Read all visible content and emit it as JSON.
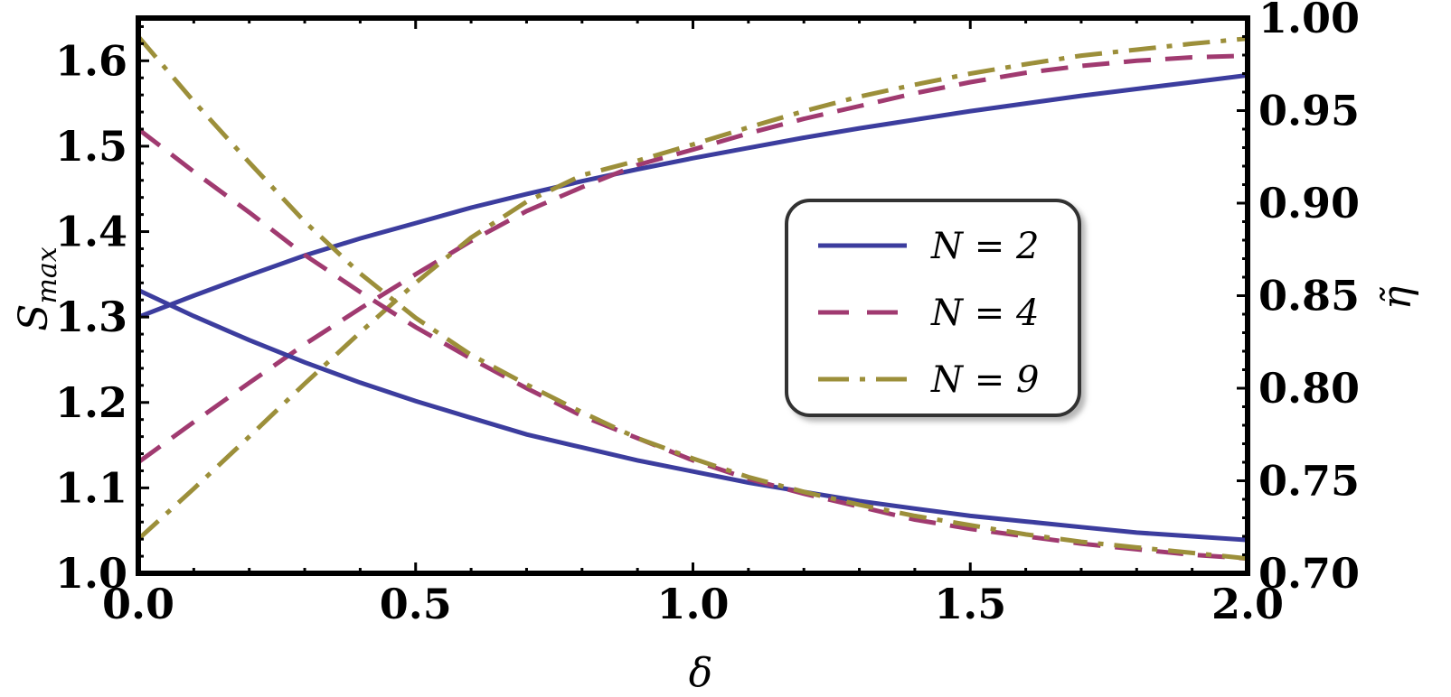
{
  "chart_data": {
    "type": "line",
    "xlabel": "δ",
    "ylabel_left": "S",
    "ylabel_left_sub": "max",
    "ylabel_right": "η̃",
    "xlim": [
      0,
      2
    ],
    "ylim_left": [
      1.0,
      1.65
    ],
    "ylim_right": [
      0.7,
      1.0
    ],
    "x_ticks": [
      0.0,
      0.5,
      1.0,
      1.5,
      2.0
    ],
    "x_tick_labels": [
      "0.0",
      "0.5",
      "1.0",
      "1.5",
      "2.0"
    ],
    "y_left_ticks": [
      1.0,
      1.1,
      1.2,
      1.3,
      1.4,
      1.5,
      1.6
    ],
    "y_left_tick_labels": [
      "1.0",
      "1.1",
      "1.2",
      "1.3",
      "1.4",
      "1.5",
      "1.6"
    ],
    "y_right_ticks": [
      0.7,
      0.75,
      0.8,
      0.85,
      0.9,
      0.95,
      1.0
    ],
    "y_right_tick_labels": [
      "0.70",
      "0.75",
      "0.80",
      "0.85",
      "0.90",
      "0.95",
      "1.00"
    ],
    "grid": false,
    "legend_position": "center-right",
    "x": [
      0.0,
      0.1,
      0.2,
      0.3,
      0.4,
      0.5,
      0.6,
      0.7,
      0.8,
      0.9,
      1.0,
      1.1,
      1.2,
      1.3,
      1.4,
      1.5,
      1.6,
      1.7,
      1.8,
      1.9,
      2.0
    ],
    "series": [
      {
        "name": "N = 2",
        "legend_label": "N = 2",
        "axis": "left",
        "color": "#3c3d9e",
        "dash": "solid",
        "values": [
          1.3,
          1.325,
          1.349,
          1.372,
          1.392,
          1.41,
          1.428,
          1.444,
          1.459,
          1.473,
          1.486,
          1.498,
          1.51,
          1.521,
          1.531,
          1.541,
          1.55,
          1.559,
          1.567,
          1.575,
          1.583
        ]
      },
      {
        "name": "N = 4",
        "axis": "left",
        "color": "#a03a70",
        "dash": "dashed",
        "values": [
          1.13,
          1.177,
          1.223,
          1.268,
          1.31,
          1.35,
          1.389,
          1.424,
          1.452,
          1.478,
          1.496,
          1.515,
          1.532,
          1.547,
          1.562,
          1.575,
          1.586,
          1.594,
          1.6,
          1.604,
          1.606
        ]
      },
      {
        "name": "N = 9",
        "axis": "left",
        "color": "#9c8f3a",
        "dash": "dashdot",
        "values": [
          1.04,
          1.099,
          1.16,
          1.222,
          1.282,
          1.34,
          1.393,
          1.435,
          1.466,
          1.483,
          1.502,
          1.522,
          1.541,
          1.558,
          1.572,
          1.585,
          1.596,
          1.606,
          1.613,
          1.62,
          1.626
        ]
      },
      {
        "name": "N = 2",
        "legend_label": "",
        "axis": "right",
        "color": "#3c3d9e",
        "dash": "solid",
        "values": [
          0.853,
          0.839,
          0.826,
          0.814,
          0.803,
          0.793,
          0.784,
          0.775,
          0.768,
          0.761,
          0.755,
          0.749,
          0.744,
          0.739,
          0.735,
          0.731,
          0.728,
          0.725,
          0.722,
          0.72,
          0.718
        ]
      },
      {
        "name": "N = 4",
        "legend_label": "",
        "axis": "right",
        "color": "#a03a70",
        "dash": "dashed",
        "values": [
          0.94,
          0.917,
          0.895,
          0.872,
          0.852,
          0.833,
          0.816,
          0.8,
          0.785,
          0.773,
          0.761,
          0.751,
          0.743,
          0.736,
          0.729,
          0.724,
          0.72,
          0.716,
          0.713,
          0.71,
          0.708
        ]
      },
      {
        "name": "N = 9",
        "legend_label": "",
        "axis": "right",
        "color": "#9c8f3a",
        "dash": "dashdot",
        "values": [
          0.99,
          0.955,
          0.922,
          0.89,
          0.862,
          0.838,
          0.818,
          0.802,
          0.787,
          0.773,
          0.762,
          0.752,
          0.744,
          0.737,
          0.731,
          0.726,
          0.721,
          0.717,
          0.714,
          0.711,
          0.708
        ]
      }
    ]
  }
}
